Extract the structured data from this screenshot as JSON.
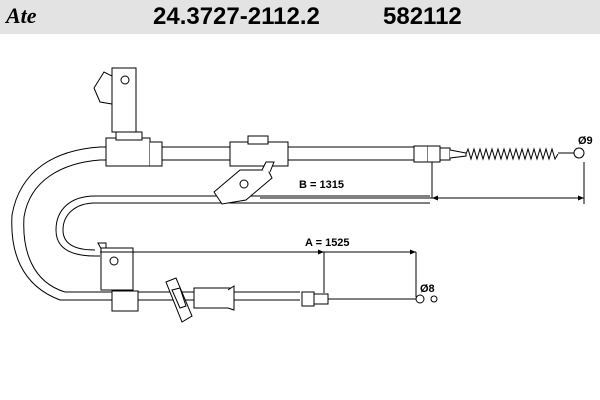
{
  "header": {
    "logo_text": "Ate",
    "part_number": "24.3727-2112.2",
    "reference_number": "582112"
  },
  "dimensions": {
    "b_label": "B = 1315",
    "a_label": "A = 1525",
    "diameter_top": "Ø9",
    "diameter_bottom": "Ø8"
  }
}
